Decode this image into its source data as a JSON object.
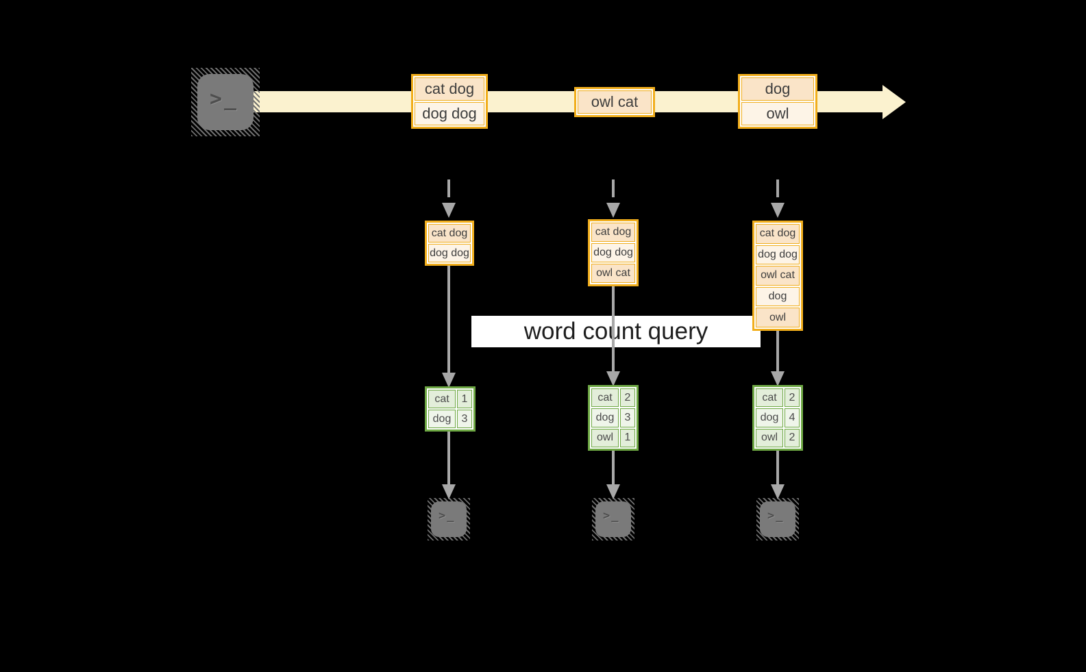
{
  "query_label": "word count query",
  "icons": {
    "terminal_prompt": ">_",
    "stream_arrow": "right-arrow",
    "snapshot_arrow": "dashed-down-arrow",
    "flow_arrow": "down-arrow"
  },
  "stream_events": [
    {
      "rows": [
        "cat dog",
        "dog dog"
      ]
    },
    {
      "rows": [
        "owl cat"
      ]
    },
    {
      "rows": [
        "dog",
        "owl"
      ]
    }
  ],
  "state_snapshots": [
    {
      "rows": [
        "cat dog",
        "dog dog"
      ]
    },
    {
      "rows": [
        "cat dog",
        "dog dog",
        "owl cat"
      ]
    },
    {
      "rows": [
        "cat dog",
        "dog dog",
        "owl cat",
        "dog",
        "owl"
      ]
    }
  ],
  "result_tables": [
    {
      "rows": [
        [
          "cat",
          "1"
        ],
        [
          "dog",
          "3"
        ]
      ]
    },
    {
      "rows": [
        [
          "cat",
          "2"
        ],
        [
          "dog",
          "3"
        ],
        [
          "owl",
          "1"
        ]
      ]
    },
    {
      "rows": [
        [
          "cat",
          "2"
        ],
        [
          "dog",
          "4"
        ],
        [
          "owl",
          "2"
        ]
      ]
    }
  ],
  "colors": {
    "background": "#000000",
    "stream_band": "#FBF2CF",
    "record_border": "#F1AE1C",
    "record_fill_dark": "#FAE4C8",
    "record_fill_light": "#FDF4E7",
    "table_border": "#6EA844",
    "table_fill_dark": "#E3EEDA",
    "table_fill_light": "#EFF5EA",
    "arrow_gray": "#A8A8A8",
    "terminal_gray": "#7A7A7A"
  }
}
